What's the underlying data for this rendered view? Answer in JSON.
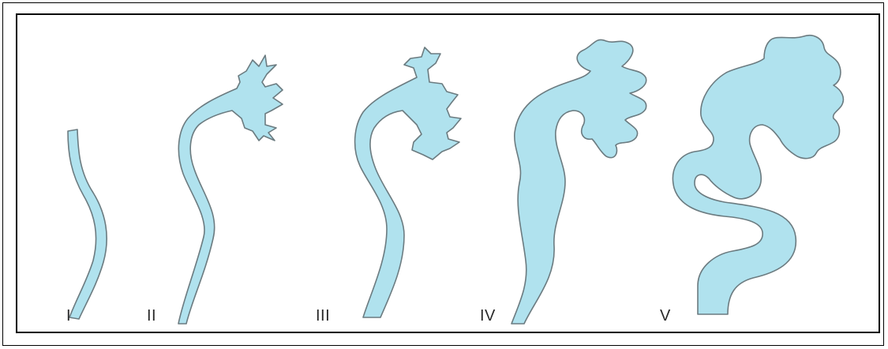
{
  "figure": {
    "fill_color": "#b0e2ee",
    "outline_color": "#6b7b80",
    "stages": [
      {
        "label": "I"
      },
      {
        "label": "II"
      },
      {
        "label": "III"
      },
      {
        "label": "IV"
      },
      {
        "label": "V"
      }
    ]
  }
}
